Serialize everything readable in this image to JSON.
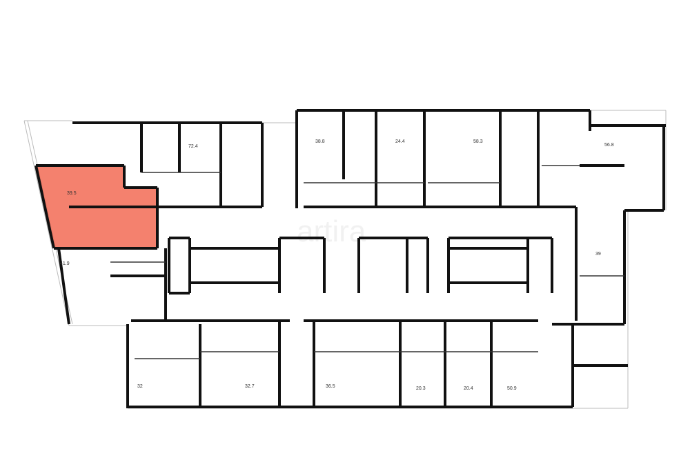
{
  "floor_plan": {
    "highlight_color": "#f26b55",
    "highlighted_unit": "39.5",
    "units": [
      {
        "area": "72.4"
      },
      {
        "area": "38.8"
      },
      {
        "area": "24.4"
      },
      {
        "area": "58.3"
      },
      {
        "area": "56.8"
      },
      {
        "area": "39.5"
      },
      {
        "area": "41.9"
      },
      {
        "area": "39"
      },
      {
        "area": "32"
      },
      {
        "area": "32.7"
      },
      {
        "area": "36.5"
      },
      {
        "area": "20.3"
      },
      {
        "area": "20.4"
      },
      {
        "area": "50.9"
      }
    ]
  }
}
